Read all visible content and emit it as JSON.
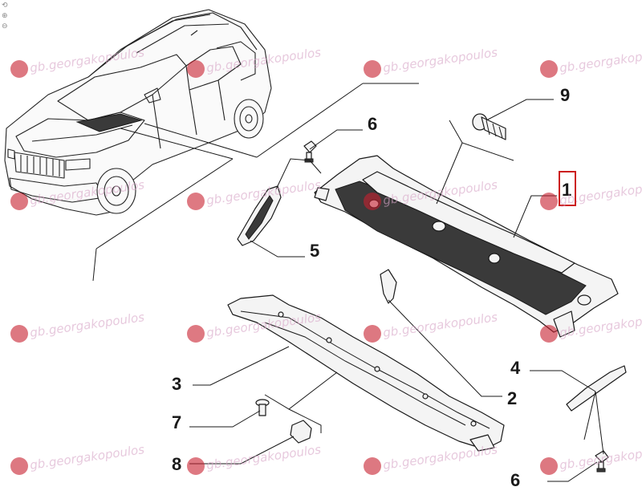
{
  "watermark": {
    "text": "gb.georgakopoulos",
    "logo_color": "#c8202f",
    "text_color": "#d8a6c8"
  },
  "callouts": {
    "c1": "1",
    "c2": "2",
    "c3": "3",
    "c4": "4",
    "c5": "5",
    "c6a": "6",
    "c6b": "6",
    "c7": "7",
    "c8": "8",
    "c9": "9"
  },
  "highlight": {
    "label": "1",
    "color": "#cc1f1f"
  },
  "controls": {
    "zoom_in": "⊕",
    "zoom_out": "⊖",
    "reset": "⟲"
  }
}
